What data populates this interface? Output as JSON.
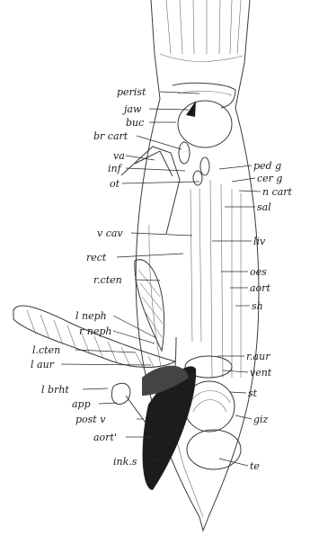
{
  "figure": {
    "labels": {
      "perist": "perist",
      "jaw": "jaw",
      "buc": "buc",
      "brcart": "br cart",
      "va": "va",
      "inf": "inf",
      "ot": "ot",
      "pedg": "ped g",
      "cerg": "cer g",
      "ncart": "n cart",
      "sal": "sal",
      "vcav": "v cav",
      "liv": "liv",
      "rect": "rect",
      "rcten": "r.cten",
      "oes": "oes",
      "aort": "aort",
      "sh": "sh",
      "lneph": "l neph",
      "rneph": "r neph",
      "lcten": "l.cten",
      "laur": "l aur",
      "raur": "r.aur",
      "vent": "vent",
      "lbrht": "l brht",
      "st": "st",
      "app": "app",
      "postv": "post v",
      "giz": "giz",
      "aort2": "aort'",
      "inks": "ink.s",
      "te": "te"
    }
  }
}
